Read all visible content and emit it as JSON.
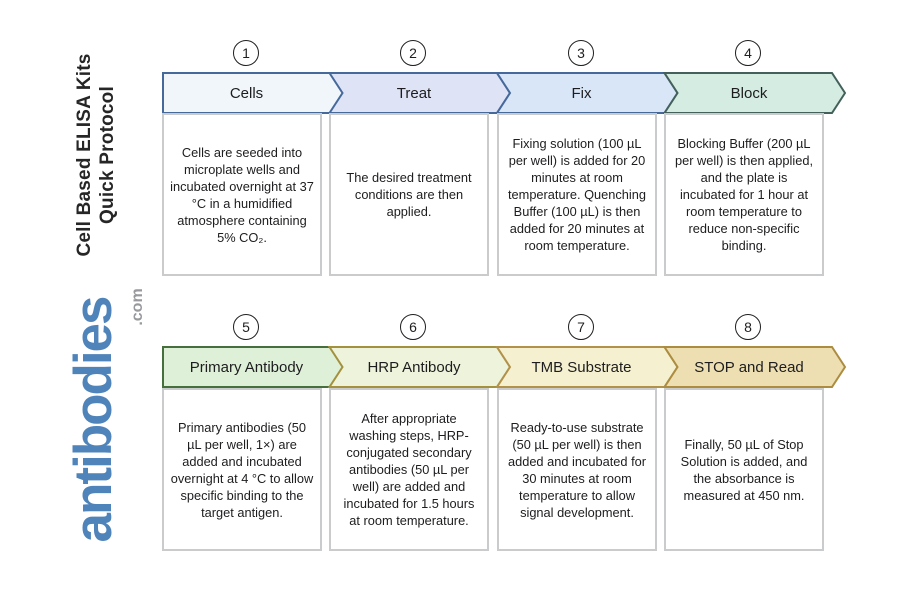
{
  "sidebar": {
    "title_line1": "Cell Based ELISA Kits",
    "title_line2": "Quick Protocol",
    "logo": {
      "brand": "antibodies",
      "tld": ".com",
      "brand_color": "#4f84ba",
      "tld_color": "#97999c"
    }
  },
  "steps": [
    {
      "num": "1",
      "label": "Cells",
      "fill": "#f1f6fa",
      "border": "#46699b",
      "description": "Cells are seeded into microplate wells and incubated overnight at 37 °C in a humidified atmosphere containing 5% CO₂."
    },
    {
      "num": "2",
      "label": "Treat",
      "fill": "#dfe3f6",
      "border": "#46699b",
      "description": "The desired treatment conditions are then applied."
    },
    {
      "num": "3",
      "label": "Fix",
      "fill": "#d8e6f7",
      "border": "#46699b",
      "description": "Fixing solution (100 µL per well) is added for 20 minutes at room temperature. Quenching Buffer (100 µL) is then added for 20 minutes at room temperature."
    },
    {
      "num": "4",
      "label": "Block",
      "fill": "#d5ece3",
      "border": "#43605a",
      "description": "Blocking Buffer (200 µL per well) is then applied, and the plate is incubated for 1 hour at room temperature to reduce non-specific binding."
    },
    {
      "num": "5",
      "label": "Primary Antibody",
      "fill": "#dff0d8",
      "border": "#476f3e",
      "description": "Primary antibodies (50 µL per well, 1×) are added and incubated overnight at 4 °C to allow specific binding to the target antigen."
    },
    {
      "num": "6",
      "label": "HRP Antibody",
      "fill": "#eef4db",
      "border": "#a3913d",
      "description": "After appropriate washing steps, HRP-conjugated secondary antibodies (50 µL per well) are added and incubated for 1.5 hours at room temperature."
    },
    {
      "num": "7",
      "label": "TMB Substrate",
      "fill": "#f5f0d0",
      "border": "#b2924a",
      "description": "Ready-to-use substrate (50 µL per well) is then added and incubated for 30 minutes at room temperature to allow signal development."
    },
    {
      "num": "8",
      "label": "STOP and Read",
      "fill": "#eedfb2",
      "border": "#ac8c40",
      "description": "Finally, 50 µL of Stop Solution is added, and the absorbance is measured at 450 nm."
    }
  ]
}
